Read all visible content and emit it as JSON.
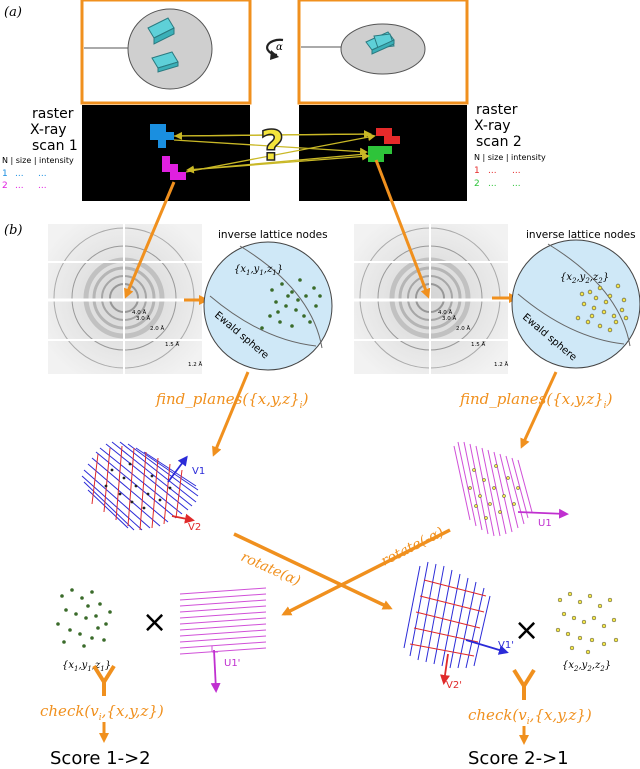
{
  "panel_a": {
    "label": "(a)",
    "rotation_symbol": "α",
    "question_mark": "?",
    "scan1": {
      "title_lines": [
        "raster",
        "X-ray",
        "scan 1"
      ],
      "table_header": "N | size | intensity",
      "rows": [
        {
          "n": "1",
          "size": "...",
          "intensity": "...",
          "color": "#1a8fe0"
        },
        {
          "n": "2",
          "size": "...",
          "intensity": "...",
          "color": "#e020e0"
        }
      ]
    },
    "scan2": {
      "title_lines": [
        "raster",
        "X-ray",
        "scan 2"
      ],
      "table_header": "N | size | intensity",
      "rows": [
        {
          "n": "1",
          "size": "...",
          "intensity": "...",
          "color": "#e52a2a"
        },
        {
          "n": "2",
          "size": "...",
          "intensity": "...",
          "color": "#2ec43a"
        }
      ]
    }
  },
  "panel_b": {
    "label": "(b)",
    "left": {
      "lattice_title": "inverse lattice nodes",
      "point_set": {
        "base": "{x",
        "s1": "1",
        "m1": ",y",
        "s2": "1",
        "m2": ",z",
        "s3": "1",
        "end": "}"
      },
      "ewald": "Ewald sphere",
      "find_planes": "find_planes({x,y,z}",
      "find_planes_sub": "i",
      "find_planes_end": ")",
      "vector1": "V1",
      "vector2": "V2",
      "rotate": "rotate(α)",
      "points_label": {
        "base": "{x",
        "s1": "1",
        "m1": ",y",
        "s2": "1",
        "m2": ",z",
        "s3": "1",
        "end": "}"
      },
      "rotated_vector": "U1'",
      "check": "check(v",
      "check_sub": "i",
      "check_end": ",{x,y,z})",
      "score": "Score 1->2"
    },
    "right": {
      "lattice_title": "inverse lattice nodes",
      "point_set": {
        "base": "{x",
        "s1": "2",
        "m1": ",y",
        "s2": "2",
        "m2": ",z",
        "s3": "2",
        "end": "}"
      },
      "ewald": "Ewald sphere",
      "find_planes": "find_planes({x,y,z}",
      "find_planes_sub": "i",
      "find_planes_end": ")",
      "vector1": "U1",
      "rotate": "rotate(-α)",
      "points_label": {
        "base": "{x",
        "s1": "2",
        "m1": ",y",
        "s2": "2",
        "m2": ",z",
        "s3": "2",
        "end": "}"
      },
      "rotated_vector1": "V1'",
      "rotated_vector2": "V2'",
      "check": "check(v",
      "check_sub": "i",
      "check_end": ",{x,y,z})",
      "score": "Score 2->1"
    },
    "diffraction_rings": [
      "4.0 Å",
      "3.0 Å",
      "2.0 Å",
      "1.5 Å",
      "1.2 Å"
    ],
    "times_symbol": "×"
  },
  "colors": {
    "orange": "#f0901e",
    "sphere_fill": "#cfe8f7",
    "node": "#3a6b2a",
    "node_yellow": "#f5e84a",
    "blue_lines": "#2b2bd8",
    "red_lines": "#e02a2a",
    "magenta_lines": "#d050d8",
    "crystal": "#5ed0d8",
    "yellow_arrow": "#f4e43c"
  }
}
